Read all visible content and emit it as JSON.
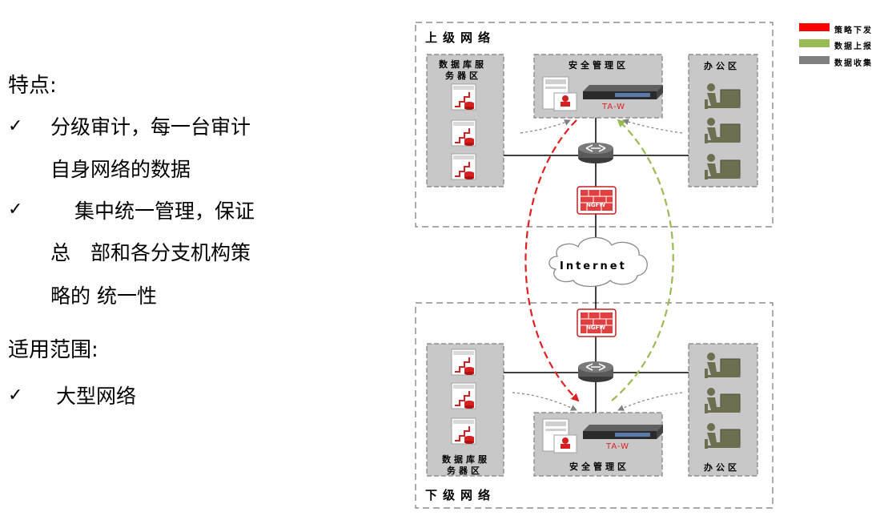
{
  "left": {
    "features_title": "特点:",
    "check_mark": "✓",
    "item1_line1": "分级审计，每一台审计",
    "item1_line2": "自身网络的数据",
    "item2_line1": "集中统一管理，保证",
    "item2_line2": "总　部和各分支机构策",
    "item2_line3": "略的 统一性",
    "scope_title": "适用范围:",
    "item3": "大型网络"
  },
  "legend": {
    "items": [
      {
        "label": "策略下发",
        "color": "#ff0000"
      },
      {
        "label": "数据上报",
        "color": "#99bb55"
      },
      {
        "label": "数据收集",
        "color": "#808080"
      }
    ]
  },
  "diagram": {
    "upper_network": "上级网络",
    "lower_network": "下级网络",
    "db_zone_line1": "数据库服",
    "db_zone_line2": "务器区",
    "security_zone": "安全管理区",
    "office_zone": "办公区",
    "device_label": "TA-W",
    "internet": "Internet",
    "firewall_label": "NGFW"
  },
  "colors": {
    "zone_fill": "#c8c8c8",
    "zone_border": "#808080",
    "policy": "#e02020",
    "report": "#99bb55"
  }
}
